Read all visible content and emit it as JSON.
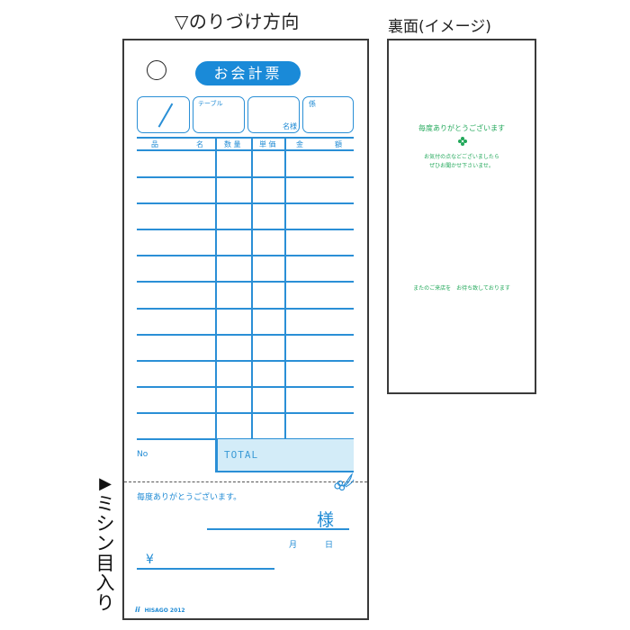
{
  "front": {
    "caption": "▽のりづけ方向",
    "title": "お会計票",
    "header_boxes": {
      "date": {
        "slash": "/"
      },
      "table_label": "テーブル",
      "guests_label": "名様",
      "staff_label": "係"
    },
    "columns": [
      {
        "label": "品　　　　名"
      },
      {
        "label": "数 量"
      },
      {
        "label": "単 価"
      },
      {
        "label": "金　　　額"
      }
    ],
    "column_labels": {
      "item_left": "品",
      "item_right": "名",
      "qty": "数 量",
      "unit_price": "単 価",
      "amount_left": "金",
      "amount_right": "額"
    },
    "row_count": 11,
    "no_label": "No",
    "total_label": "TOTAL",
    "stub": {
      "thanks": "毎度ありがとうございます。",
      "sama": "様",
      "month": "月",
      "day": "日",
      "yen": "¥"
    },
    "footer": {
      "logo": "ii",
      "brand": "HISAGO 2012"
    },
    "perforation_note": [
      "▶",
      "ミ",
      "シ",
      "ン",
      "目",
      "入",
      "り"
    ]
  },
  "back": {
    "caption": "裏面(イメージ)",
    "thanks": "毎度ありがとうございます",
    "message_line1": "お気付の点などございましたら",
    "message_line2": "ぜひお聞かせ下さいませ。",
    "farewell": "またのご来店を　お待ち致しております"
  },
  "colors": {
    "print_blue": "#1e8ad4",
    "title_pill": "#1a8ad8",
    "total_fill": "#d3ecf8",
    "back_green": "#22a85a",
    "frame": "#3a3a3a"
  }
}
